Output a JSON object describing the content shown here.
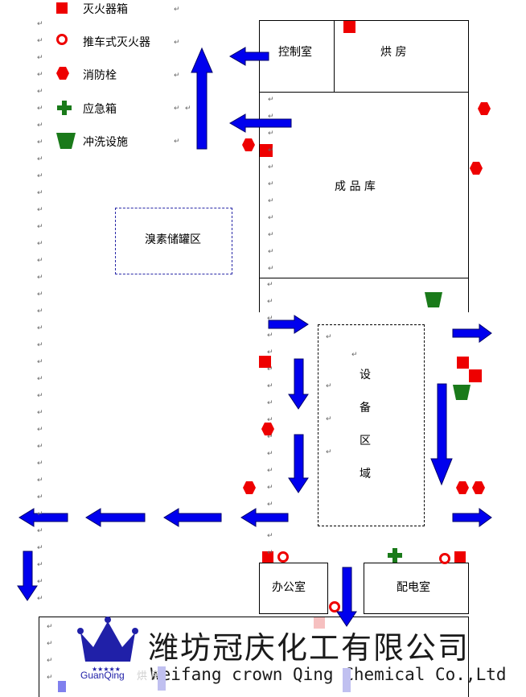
{
  "legend": {
    "fire_box": "灭火器箱",
    "cart_extinguisher": "推车式灭火器",
    "hydrant": "消防栓",
    "emergency_box": "应急箱",
    "wash_station": "冲洗设施"
  },
  "rooms": {
    "control_room": "控制室",
    "drying_room": "烘   房",
    "product_store": "成    品    库",
    "bromine_tank": "溴素储罐区",
    "equipment_area": [
      "设",
      "备",
      "区",
      "域"
    ],
    "office": "办公室",
    "power_room": "配电室"
  },
  "company": {
    "name_cn": "潍坊冠庆化工有限公司",
    "name_en": "Weifang crown Qing Chemical Co.,Ltd",
    "logo_text": "GuanQing",
    "faint_text": "烘    房"
  },
  "colors": {
    "fire_red": "#ee0000",
    "emergency_green": "#1a7a1a",
    "arrow_blue": "#0000ee"
  }
}
